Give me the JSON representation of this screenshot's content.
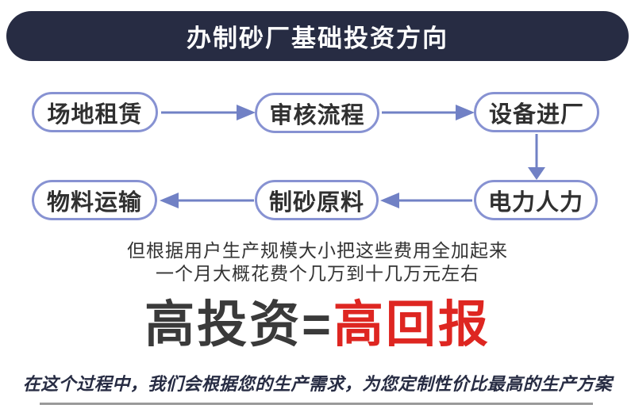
{
  "header": {
    "title": "办制砂厂基础投资方向"
  },
  "flow": {
    "row1": [
      {
        "label": "场地租赁"
      },
      {
        "label": "审核流程"
      },
      {
        "label": "设备进厂"
      }
    ],
    "row2": [
      {
        "label": "物料运输"
      },
      {
        "label": "制砂原料"
      },
      {
        "label": "电力人力"
      }
    ]
  },
  "description": {
    "line1": "但根据用户生产规模大小把这些费用全加起来",
    "line2": "一个月大概花费个几万到十几万元左右"
  },
  "headline": {
    "left": "高投资=",
    "right": "高回报"
  },
  "footer": {
    "note": "在这个过程中，我们会根据您的生产需求，为您定制性价比最高的生产方案"
  },
  "colors": {
    "banner_bg": "#272c43",
    "box_border": "#8792d2",
    "arrow": "#7181c5",
    "headline_dark": "#3a3a3a",
    "headline_red": "#de2621",
    "footer_text": "#272c43",
    "divider": "#9a9a9a"
  }
}
